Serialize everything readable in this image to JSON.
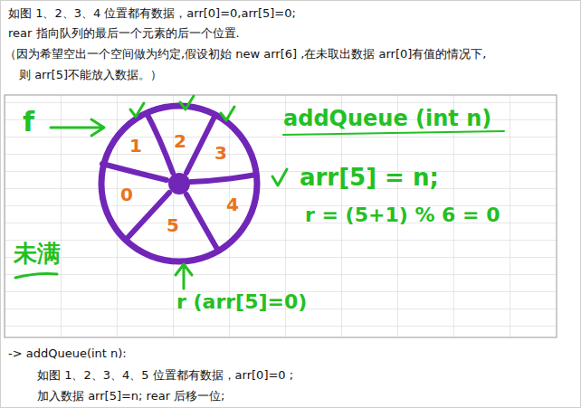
{
  "diagram": {
    "labels": [
      "如图 1、2、3、4 位置都有数据，arr[0]=0,arr[5]=0;",
      "rear 指向队列的最后一个元素的后一个位置.",
      "（因为希望空出一个空间做为约定,假设初始 new arr[6] ,在未取出数据 arr[0]有值的情况下,",
      "则 arr[5]不能放入数据。）",
      "f",
      "1",
      "2",
      "3",
      "0",
      "4",
      "5",
      "addQueue (int n)",
      "arr[5] = n;",
      "r = (5+1) % 6 = 0",
      "未满",
      "r (arr[5]=0)",
      "-> addQueue(int n):",
      "如图 1、2、3、4、5 位置都有数据，arr[0]=0 ;",
      "加入数据 arr[5]=n; rear 后移一位;"
    ]
  }
}
